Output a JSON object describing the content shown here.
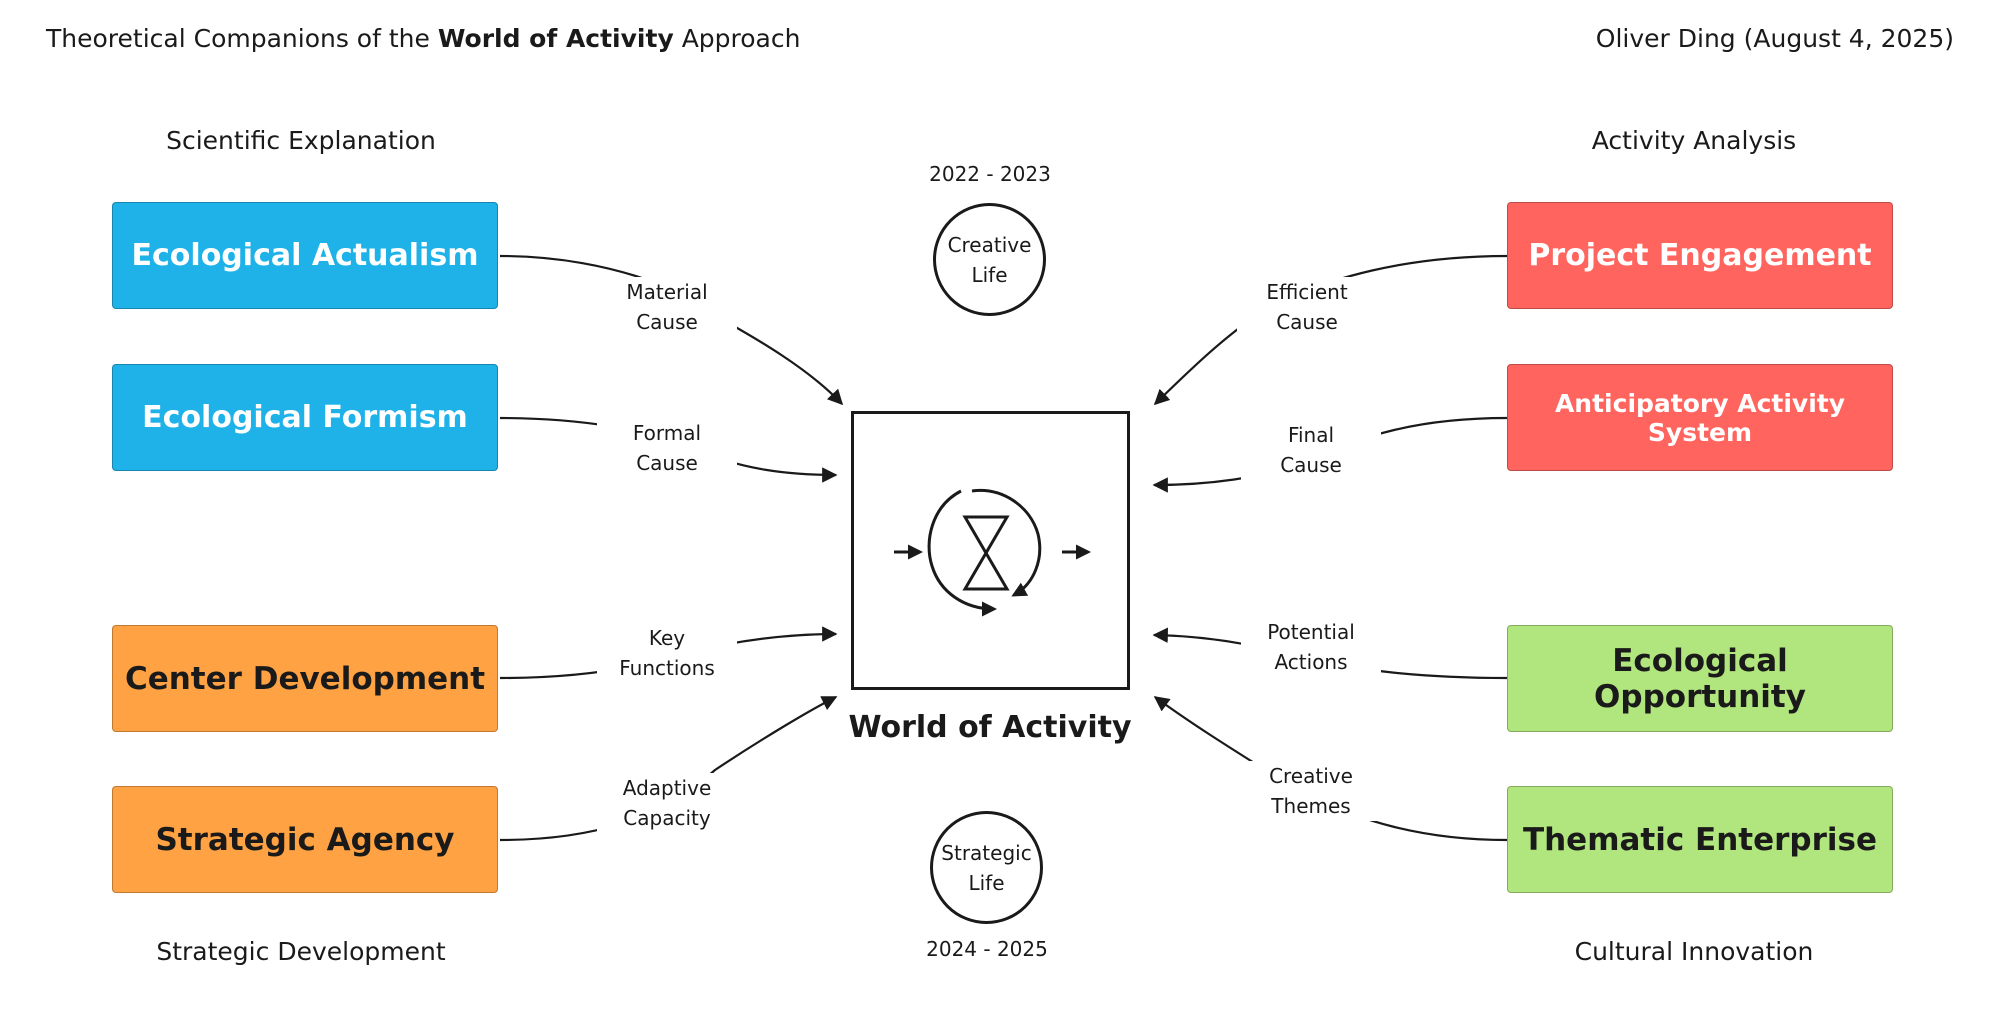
{
  "header": {
    "title_prefix": "Theoretical Companions of the ",
    "title_bold": "World of Activity",
    "title_suffix": " Approach",
    "author": "Oliver Ding (August 4, 2025)"
  },
  "groups": {
    "top_left": "Scientific Explanation",
    "top_right": "Activity Analysis",
    "bottom_left": "Strategic Development",
    "bottom_right": "Cultural Innovation"
  },
  "boxes": {
    "ecological_actualism": "Ecological Actualism",
    "ecological_formism": "Ecological Formism",
    "center_development": "Center Development",
    "strategic_agency": "Strategic Agency",
    "project_engagement": "Project Engagement",
    "anticipatory_activity_system": "Anticipatory Activity System",
    "ecological_opportunity": "Ecological Opportunity",
    "thematic_enterprise": "Thematic Enterprise"
  },
  "links": {
    "material_cause": [
      "Material",
      "Cause"
    ],
    "formal_cause": [
      "Formal",
      "Cause"
    ],
    "key_functions": [
      "Key",
      "Functions"
    ],
    "adaptive_capacity": [
      "Adaptive",
      "Capacity"
    ],
    "efficient_cause": [
      "Efficient",
      "Cause"
    ],
    "final_cause": [
      "Final",
      "Cause"
    ],
    "potential_actions": [
      "Potential",
      "Actions"
    ],
    "creative_themes": [
      "Creative",
      "Themes"
    ]
  },
  "center": {
    "title": "World of Activity"
  },
  "eras": {
    "creative": {
      "years": "2022 - 2023",
      "line1": "Creative",
      "line2": "Life"
    },
    "strategic": {
      "years": "2024 - 2025",
      "line1": "Strategic",
      "line2": "Life"
    }
  },
  "colors": {
    "blue": "#1fb2e8",
    "red": "#ff655e",
    "orange": "#fea243",
    "green": "#b1e57d",
    "line": "#1a1a1a"
  }
}
